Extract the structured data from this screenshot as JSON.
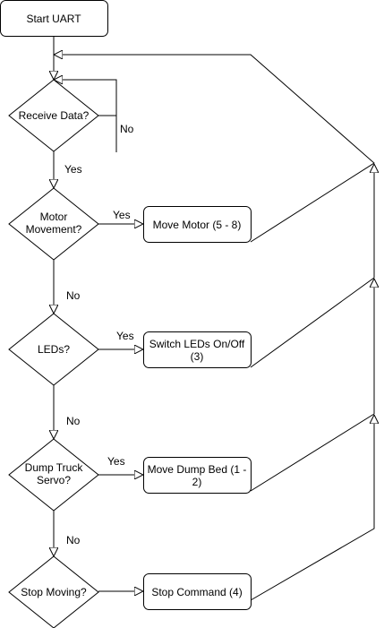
{
  "nodes": {
    "start": "Start UART",
    "receive": "Receive Data?",
    "motor_q": [
      "Motor",
      "Movement?"
    ],
    "leds_q": "LEDs?",
    "dump_q": [
      "Dump Truck",
      "Servo?"
    ],
    "stop_q": "Stop Moving?",
    "move_motor": "Move Motor (5 - 8)",
    "switch_leds": [
      "Switch LEDs On/Off",
      "(3)"
    ],
    "move_dump": [
      "Move Dump Bed (1 -",
      "2)"
    ],
    "stop_cmd": "Stop Command (4)"
  },
  "edge_labels": {
    "receive_no": "No",
    "receive_yes": "Yes",
    "motor_yes": "Yes",
    "motor_no": "No",
    "leds_yes": "Yes",
    "leds_no": "No",
    "dump_yes": "Yes",
    "dump_no": "No"
  }
}
